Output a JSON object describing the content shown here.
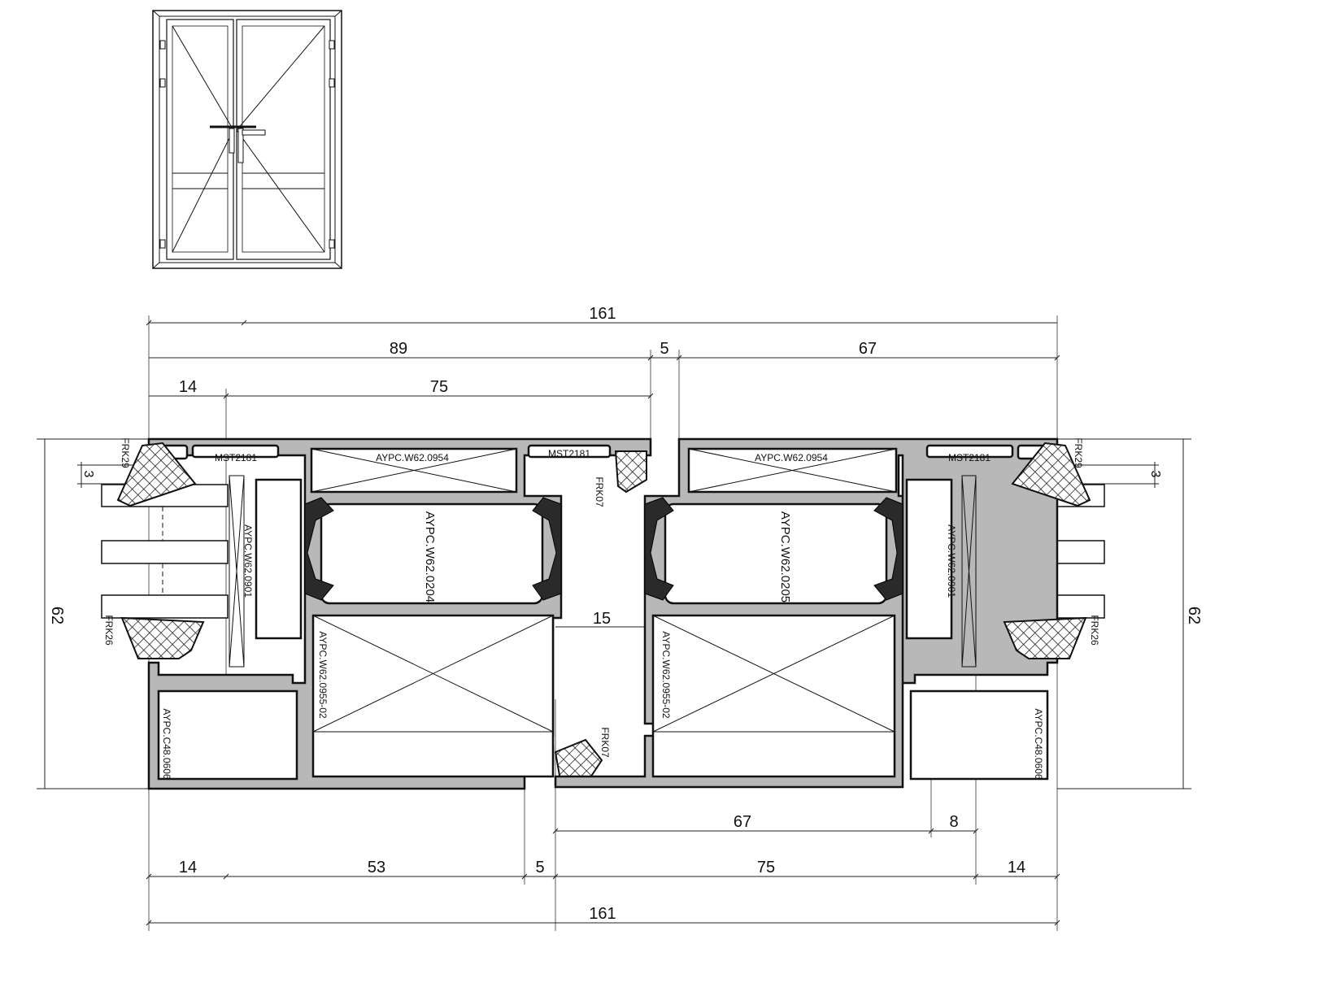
{
  "dimensions": {
    "top_total": "161",
    "top_left": "89",
    "top_gap": "5",
    "top_right": "67",
    "top_frame_left": "14",
    "top_sash_left": "75",
    "height_left": "62",
    "height_right": "62",
    "gasket_left": "3",
    "gasket_right": "3",
    "mullion_gap": "15",
    "bottom_sash_right": "67",
    "bottom_overlap": "8",
    "bottom_frame_left": "14",
    "bottom_sash_left": "53",
    "bottom_gap": "5",
    "bottom_sash_right_total": "75",
    "bottom_frame_right": "14",
    "bottom_total": "161"
  },
  "labels": {
    "frk29_left": "FRK29",
    "frk29_right": "FRK29",
    "mst2181_left": "MST2181",
    "mst2181_mid": "MST2181",
    "mst2181_right": "MST2181",
    "box_top_left": "AYPC.W62.0954",
    "box_top_right": "AYPC.W62.0954",
    "frk07_top": "FRK07",
    "frk07_bottom": "FRK07",
    "thermal_left": "AYPC.W62.0204",
    "thermal_right": "AYPC.W62.0205",
    "bead_left": "AYPC.W62.0901",
    "bead_right": "AYPC.W62.0901",
    "frk26_left": "FRK26",
    "frk26_right": "FRK26",
    "sash_left": "AYPC.W62.0955-02",
    "sash_right": "AYPC.W62.0955-02",
    "frame_left": "AYPC.C48.0606",
    "frame_right": "AYPC.C48.0606"
  },
  "colors": {
    "aluminium": "#b8b8b8",
    "thermal_break": "#2a2a2a",
    "line": "#111111"
  }
}
